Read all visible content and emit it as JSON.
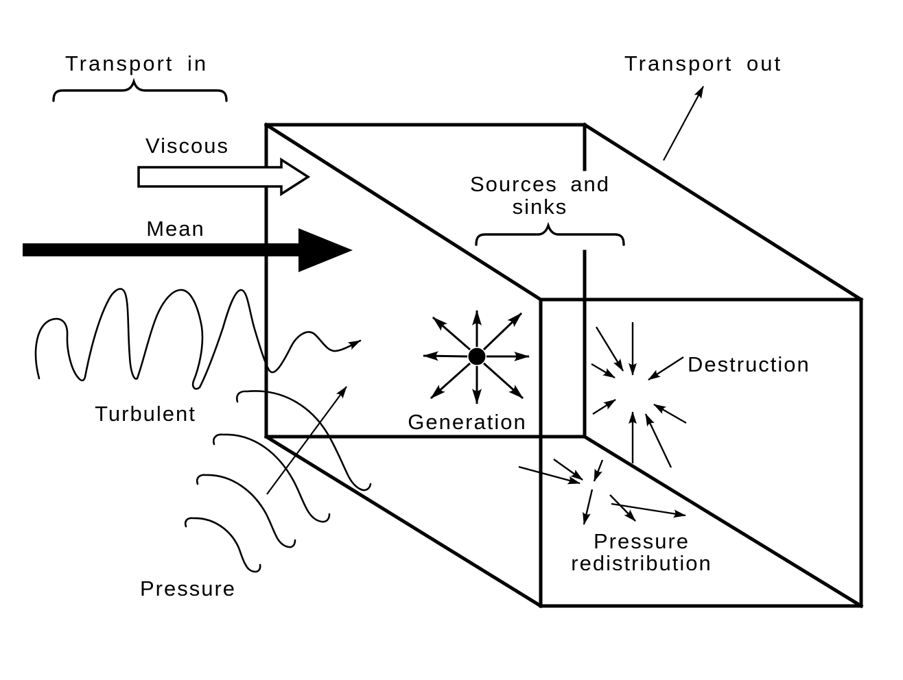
{
  "figure": {
    "colors": {
      "ink": "#000000",
      "background": "#ffffff"
    },
    "labels": {
      "transport_in": "Transport in",
      "transport_out": "Transport out",
      "viscous": "Viscous",
      "mean": "Mean",
      "turbulent": "Turbulent",
      "pressure": "Pressure",
      "sources_sinks_line1": "Sources and",
      "sources_sinks_line2": "sinks",
      "generation": "Generation",
      "destruction": "Destruction",
      "pressure_redistribution_line1": "Pressure",
      "pressure_redistribution_line2": "redistribution"
    }
  }
}
